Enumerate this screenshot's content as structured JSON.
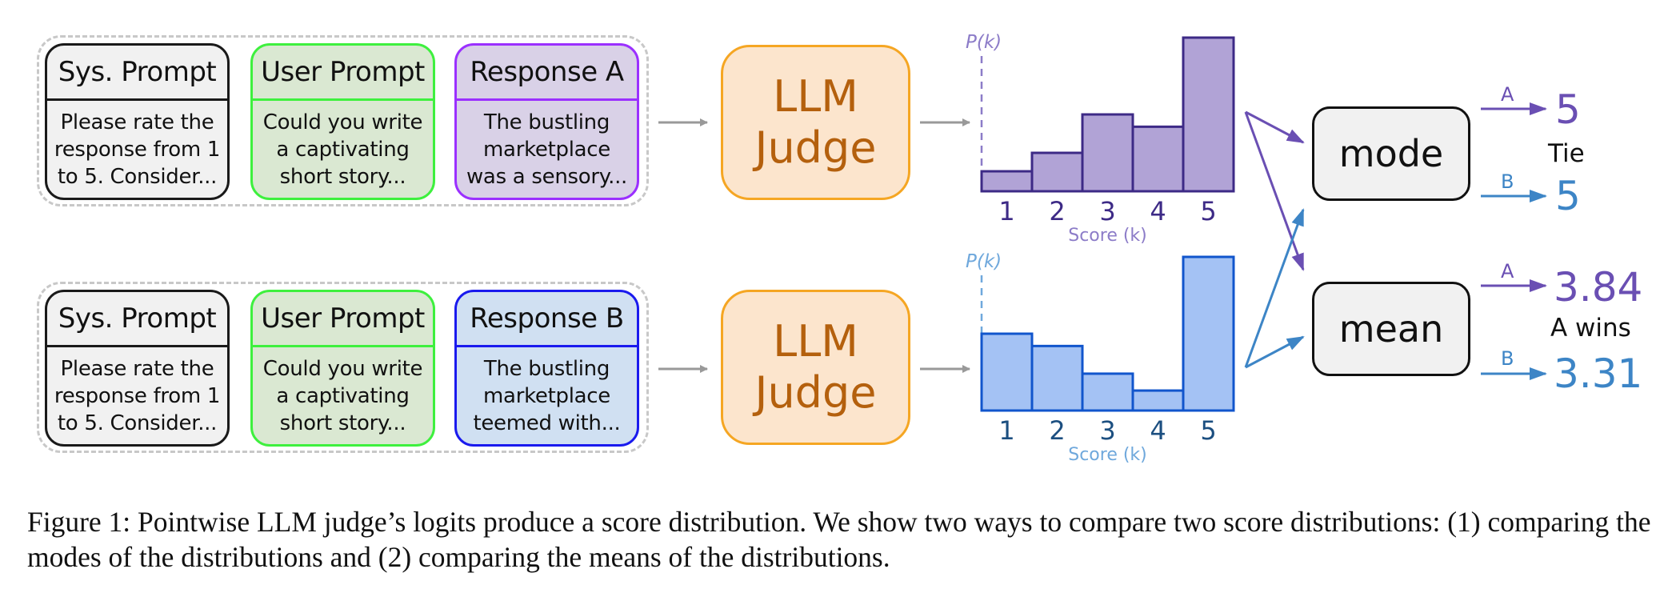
{
  "rows": [
    {
      "id": "A",
      "cards": [
        {
          "kind": "sys",
          "title": "Sys. Prompt",
          "lines": [
            "Please rate the",
            "response from 1",
            "to 5. Consider..."
          ]
        },
        {
          "kind": "user",
          "title": "User Prompt",
          "lines": [
            "Could you write",
            "a captivating",
            "short story..."
          ]
        },
        {
          "kind": "response",
          "title": "Response A",
          "lines": [
            "The bustling",
            "marketplace",
            "was a sensory..."
          ]
        }
      ],
      "judge": {
        "line1": "LLM",
        "line2": "Judge"
      }
    },
    {
      "id": "B",
      "cards": [
        {
          "kind": "sys",
          "title": "Sys. Prompt",
          "lines": [
            "Please rate the",
            "response from 1",
            "to 5. Consider..."
          ]
        },
        {
          "kind": "user",
          "title": "User Prompt",
          "lines": [
            "Could you write",
            "a captivating",
            "short story..."
          ]
        },
        {
          "kind": "response",
          "title": "Response B",
          "lines": [
            "The bustling",
            "marketplace",
            "teemed with..."
          ]
        }
      ],
      "judge": {
        "line1": "LLM",
        "line2": "Judge"
      }
    }
  ],
  "chart_data": [
    {
      "type": "bar",
      "name": "distribution-A",
      "categories": [
        "1",
        "2",
        "3",
        "4",
        "5"
      ],
      "values": [
        0.13,
        0.25,
        0.5,
        0.42,
        1.0
      ],
      "ylabel": "P(k)",
      "xlabel": "Score (k)",
      "ylim": [
        0,
        1
      ],
      "colors": {
        "fill": "#b1a3d6",
        "stroke": "#3d2a86",
        "label": "#8c7cc8",
        "tick": "#3d2a86"
      }
    },
    {
      "type": "bar",
      "name": "distribution-B",
      "categories": [
        "1",
        "2",
        "3",
        "4",
        "5"
      ],
      "values": [
        0.5,
        0.42,
        0.24,
        0.13,
        1.0
      ],
      "ylabel": "P(k)",
      "xlabel": "Score (k)",
      "ylim": [
        0,
        1
      ],
      "colors": {
        "fill": "#a4c2f4",
        "stroke": "#1155cc",
        "label": "#6fa8dc",
        "tick": "#1c4f80"
      }
    }
  ],
  "operations": {
    "mode": {
      "label": "mode",
      "a_label": "A",
      "a_value": "5",
      "b_label": "B",
      "b_value": "5",
      "verdict": "Tie"
    },
    "mean": {
      "label": "mean",
      "a_label": "A",
      "a_value": "3.84",
      "b_label": "B",
      "b_value": "3.31",
      "verdict": "A wins"
    }
  },
  "colors": {
    "series_a": "#6a4fb3",
    "series_b": "#3d85c6",
    "flow_arrow": "#999999"
  },
  "caption": "Figure 1: Pointwise LLM judge’s logits produce a score distribution. We show two ways to compare two score distributions: (1) comparing the modes of the distributions and (2) comparing the means of the distributions."
}
